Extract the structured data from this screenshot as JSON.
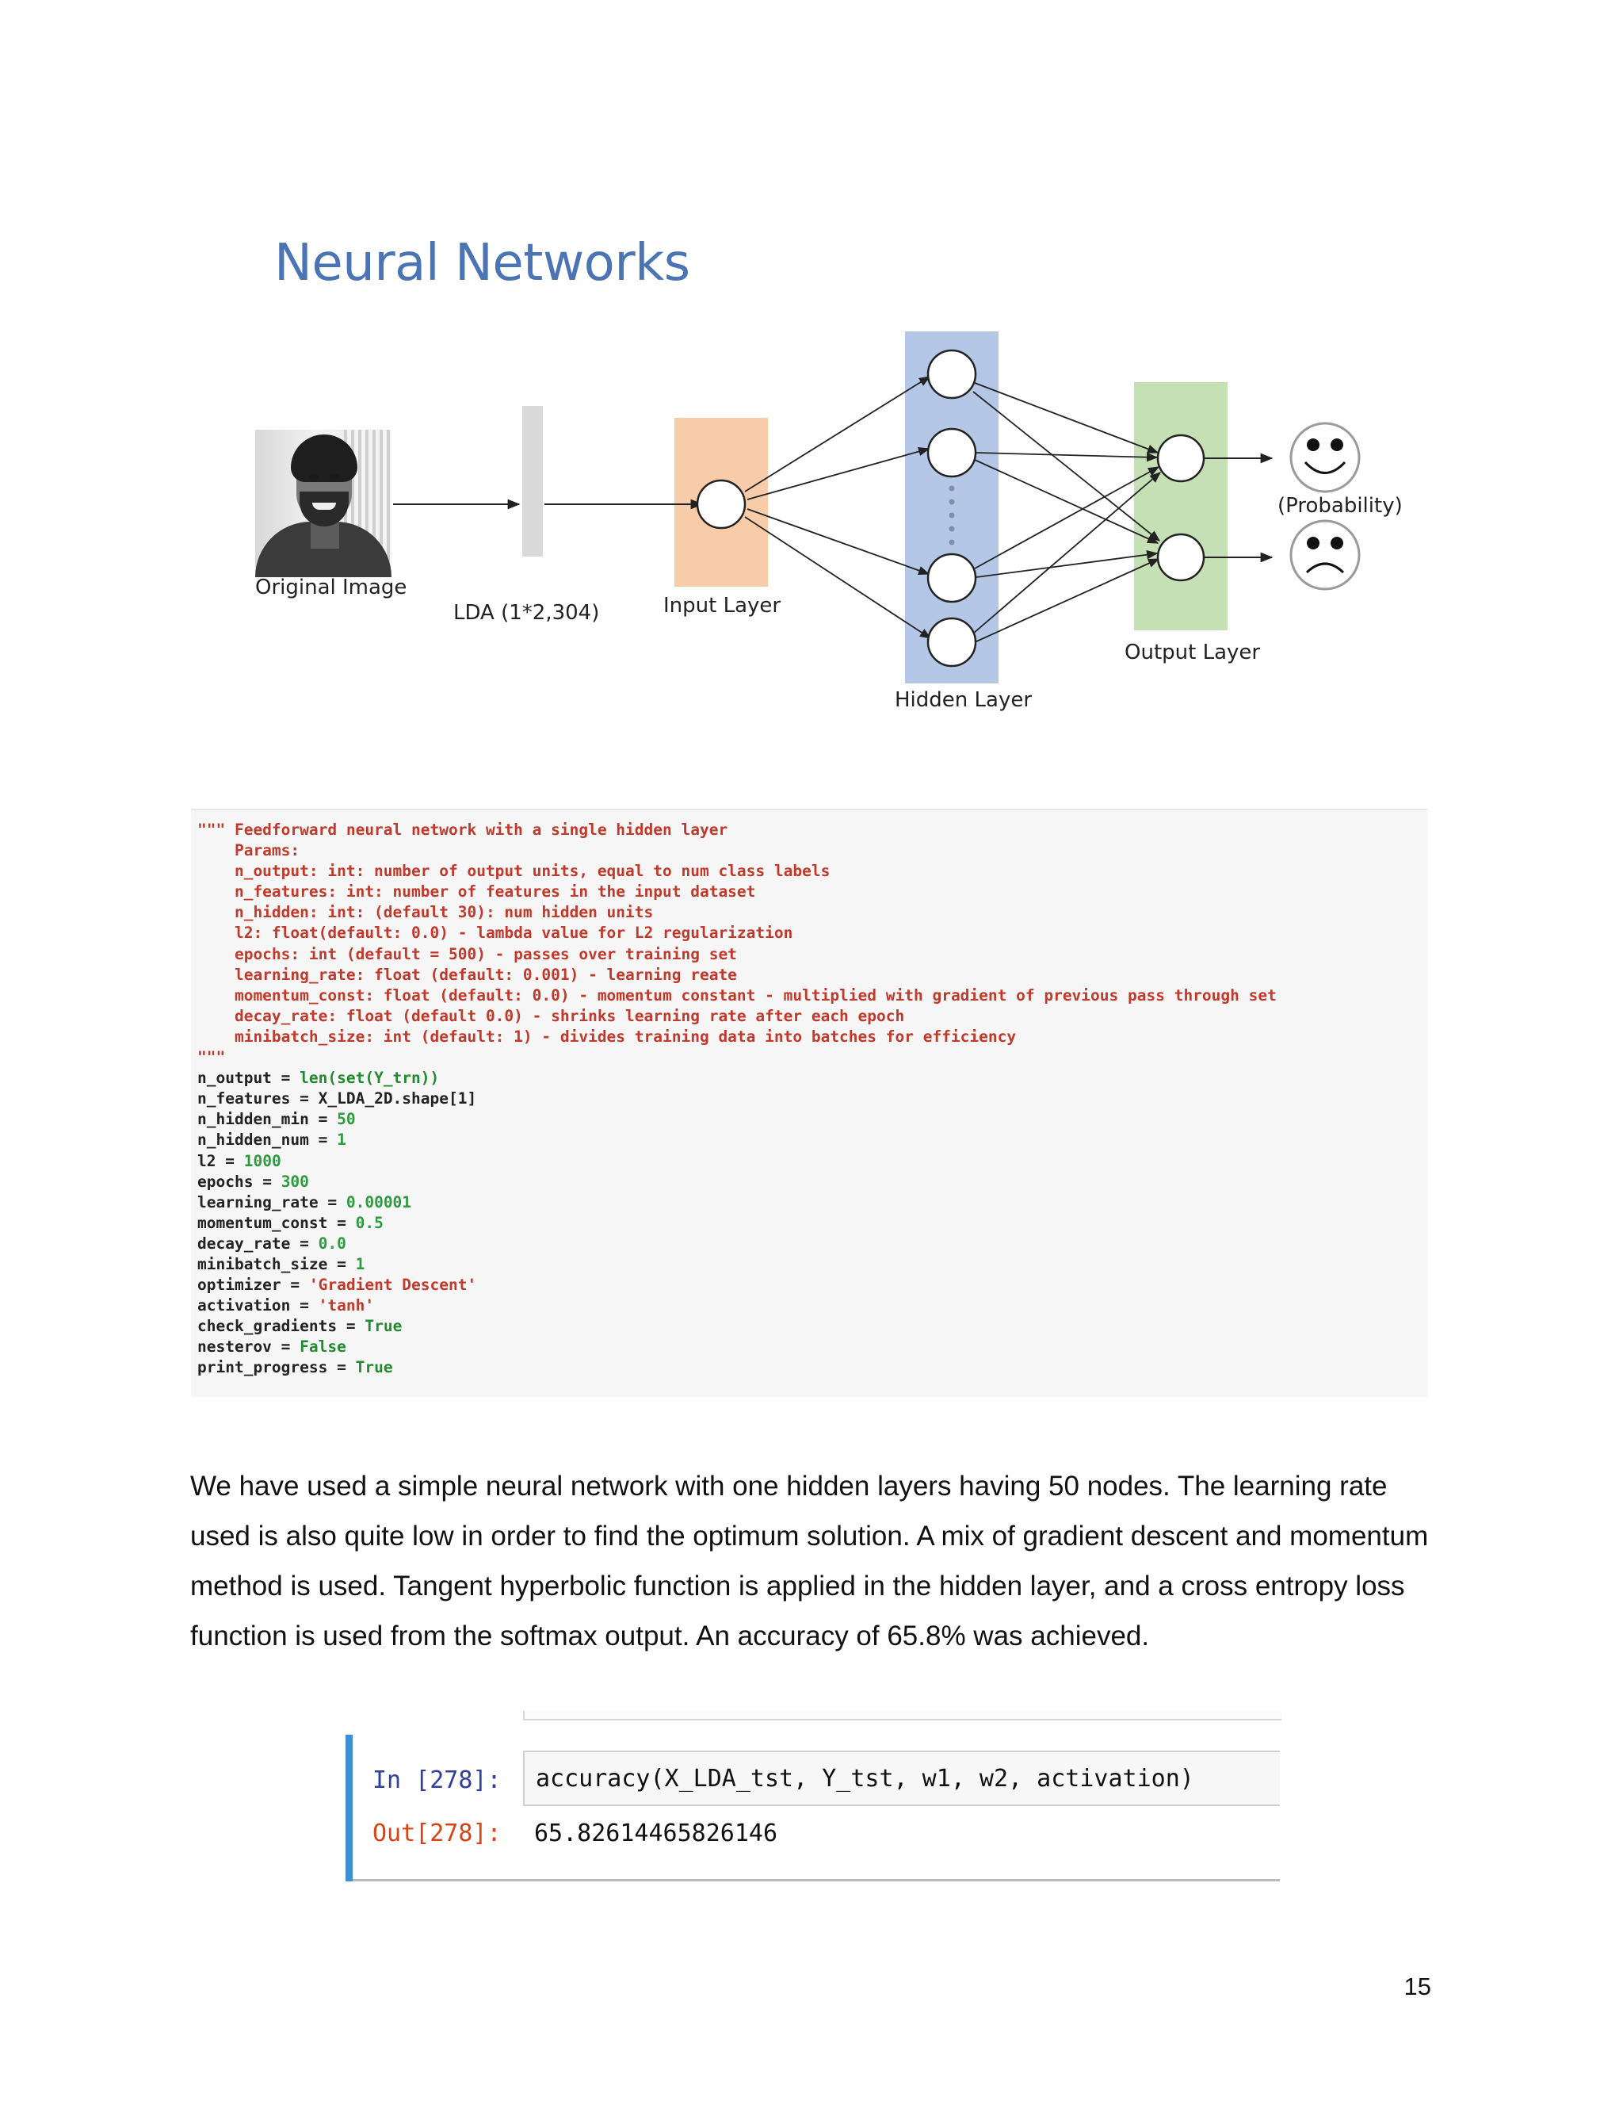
{
  "figure": {
    "title": "Neural Networks",
    "labels": {
      "original_image": "Original Image",
      "lda": "LDA (1*2,304)",
      "input_layer": "Input Layer",
      "hidden_layer": "Hidden Layer",
      "output_layer": "Output Layer",
      "probability": "(Probability)"
    },
    "colors": {
      "title": "#4a74b4",
      "input_layer": "#f8cba9",
      "hidden_layer": "#b4c7e7",
      "output_layer": "#c5e0b4",
      "lda_bar": "#d9d9d9"
    },
    "icons": [
      "face-photo",
      "happy-face-icon",
      "sad-face-icon"
    ]
  },
  "code": {
    "docstring": [
      "\"\"\" Feedforward neural network with a single hidden layer",
      "    Params:",
      "    n_output: int: number of output units, equal to num class labels",
      "    n_features: int: number of features in the input dataset",
      "    n_hidden: int: (default 30): num hidden units",
      "    l2: float(default: 0.0) - lambda value for L2 regularization",
      "    epochs: int (default = 500) - passes over training set",
      "    learning_rate: float (default: 0.001) - learning reate",
      "    momentum_const: float (default: 0.0) - momentum constant - multiplied with gradient of previous pass through set",
      "    decay_rate: float (default 0.0) - shrinks learning rate after each epoch",
      "    minibatch_size: int (default: 1) - divides training data into batches for efficiency",
      "\"\"\""
    ],
    "assignments": [
      {
        "name": "n_output",
        "value": "len(set(Y_trn))",
        "kind": "expr"
      },
      {
        "name": "n_features",
        "value": "X_LDA_2D.shape[1]",
        "kind": "plain"
      },
      {
        "name": "n_hidden_min",
        "value": "50",
        "kind": "num"
      },
      {
        "name": "n_hidden_num",
        "value": "1",
        "kind": "num"
      },
      {
        "name": "l2",
        "value": "1000",
        "kind": "num"
      },
      {
        "name": "epochs",
        "value": "300",
        "kind": "num"
      },
      {
        "name": "learning_rate",
        "value": "0.00001",
        "kind": "num"
      },
      {
        "name": "momentum_const",
        "value": "0.5",
        "kind": "num"
      },
      {
        "name": "decay_rate",
        "value": "0.0",
        "kind": "num"
      },
      {
        "name": "minibatch_size",
        "value": "1",
        "kind": "num"
      },
      {
        "name": "optimizer",
        "value": "'Gradient Descent'",
        "kind": "str"
      },
      {
        "name": "activation",
        "value": "'tanh'",
        "kind": "str"
      },
      {
        "name": "check_gradients",
        "value": "True",
        "kind": "kw"
      },
      {
        "name": "nesterov",
        "value": "False",
        "kind": "kw"
      },
      {
        "name": "print_progress",
        "value": "True",
        "kind": "kw"
      }
    ]
  },
  "paragraph": "We have used a simple neural network with one hidden layers having 50 nodes. The learning rate used is also quite low in order to find the optimum solution. A mix of gradient descent and momentum method is used. Tangent hyperbolic function is applied in the hidden layer, and a cross entropy loss function is used from the softmax output.  An accuracy of 65.8% was achieved.",
  "notebook": {
    "in_prompt": "In [278]:",
    "input_code": "accuracy(X_LDA_tst, Y_tst, w1, w2, activation)",
    "out_prompt": "Out[278]:",
    "output_value": "65.82614465826146",
    "accent_color": "#3d8fd6"
  },
  "page_number": "15"
}
